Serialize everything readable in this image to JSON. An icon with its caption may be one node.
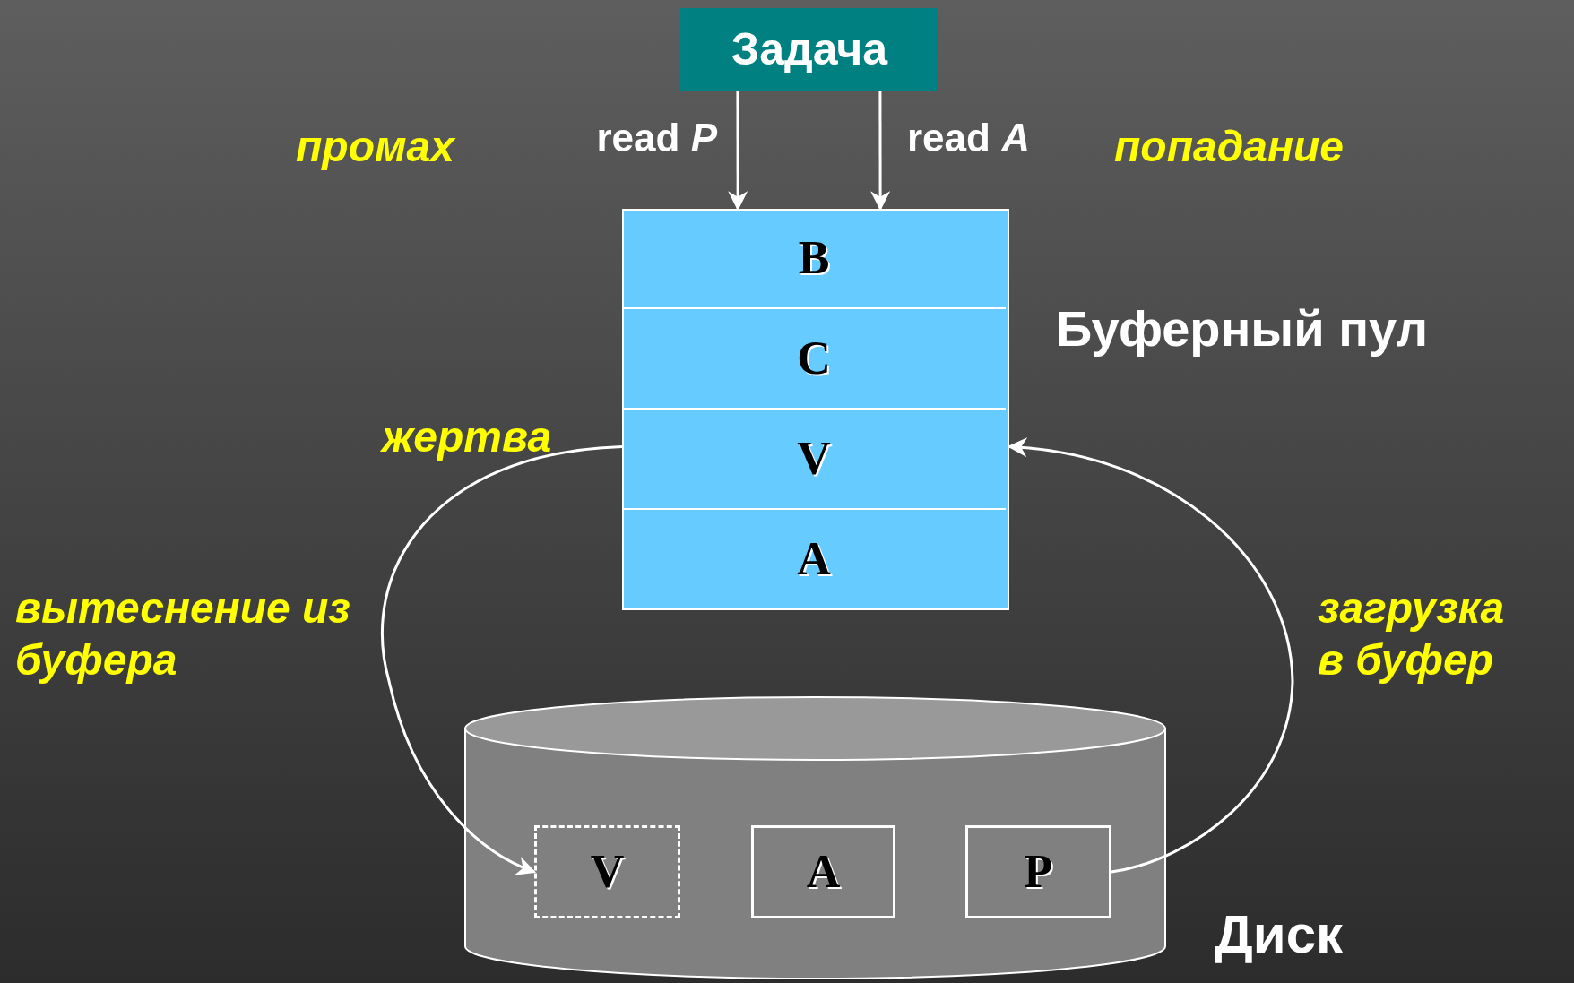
{
  "diagram": {
    "nodes": [
      {
        "text": [
          "Задача"
        ]
      },
      {
        "text": [
          "Буферный пул"
        ]
      },
      {
        "text": [
          "B"
        ],
        "in": 1
      },
      {
        "text": [
          "C"
        ],
        "in": 1
      },
      {
        "text": [
          "V"
        ],
        "in": 1,
        "beside": [
          "жертва"
        ]
      },
      {
        "text": [
          "A"
        ],
        "in": 1
      },
      {
        "text": [
          "Диск"
        ]
      },
      {
        "text": [
          "V"
        ],
        "in": 6
      },
      {
        "text": [
          "A"
        ],
        "in": 6
      },
      {
        "text": [
          "P"
        ],
        "in": 6
      }
    ],
    "edges": [
      {
        "from": 0,
        "to": 1,
        "arrow": "to",
        "label": "read *P*"
      },
      {
        "from": 0,
        "to": 1,
        "arrow": "to",
        "label": "read *A*"
      },
      {
        "from": 4,
        "to": 7,
        "arrow": "to",
        "label": "вытеснение из буфера"
      },
      {
        "from": 9,
        "to": 4,
        "arrow": "to",
        "label": "загрузка в буфер"
      }
    ],
    "labels": [
      "промах",
      "попадание"
    ]
  }
}
